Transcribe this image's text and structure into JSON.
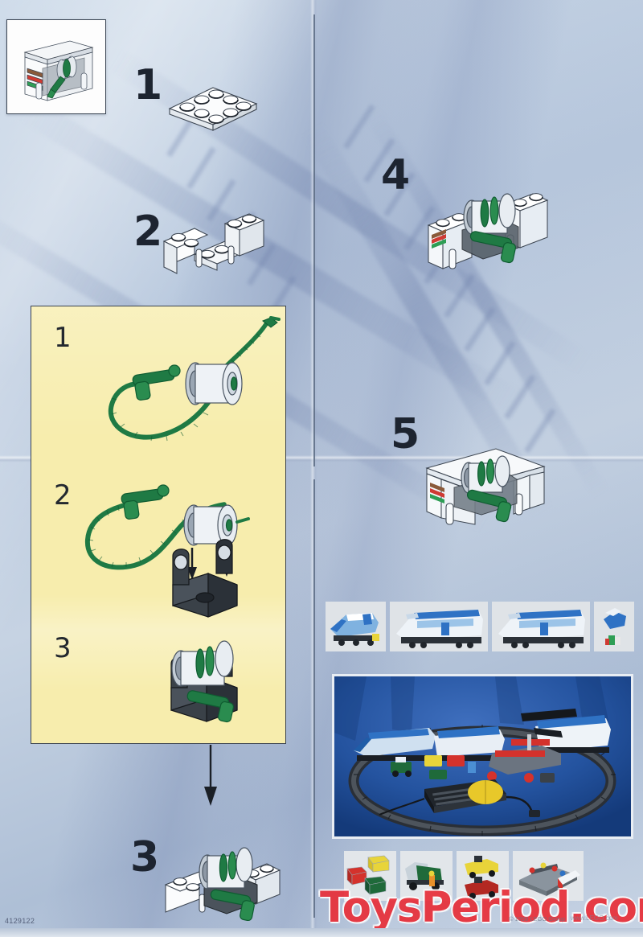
{
  "document": {
    "kind": "lego-building-instructions-page",
    "doc_number": "4129122",
    "copyright": "© 1999 LEGO Group",
    "lego_url": "www.LEGO.com",
    "watermark": "ToysPeriod.com",
    "watermark_color": "#e8303a"
  },
  "colors": {
    "background_blue": "#b9c9de",
    "panel_yellow": "#f7edad",
    "ink_black": "#1d2430",
    "brick_white": "#fdfdfd",
    "string_green": "#1f7a44",
    "dark_grey": "#3a3f45",
    "train_blue": "#2f72c4"
  },
  "inset": {
    "name": "finished-submodel-preview",
    "caption": ""
  },
  "main_steps": [
    {
      "number": "1",
      "part": "white-2x4-plate",
      "column": "left"
    },
    {
      "number": "2",
      "part": "white-bricks-u-frame",
      "column": "left"
    },
    {
      "number": "3",
      "part": "winch-mounted-on-frame",
      "column": "left"
    },
    {
      "number": "4",
      "part": "winch-frame-with-side-bricks",
      "column": "right"
    },
    {
      "number": "5",
      "part": "completed-unit-with-roof-plate",
      "column": "right"
    }
  ],
  "sub_assembly": {
    "title": "",
    "steps": [
      {
        "number": "1",
        "description": "green-string-with-hook-and-winch-drum"
      },
      {
        "number": "2",
        "description": "winch-drum-lowered-into-black-bracket"
      },
      {
        "number": "3",
        "description": "assembled-winch-in-bracket"
      }
    ]
  },
  "photo_strip_top": [
    {
      "name": "train-front-angle-photo"
    },
    {
      "name": "locomotive-side-photo"
    },
    {
      "name": "locomotive-side-photo-2"
    },
    {
      "name": "small-parts-photo"
    }
  ],
  "photo_main": {
    "name": "full-train-set-layout-photo"
  },
  "photo_strip_bottom": [
    {
      "name": "colored-containers-photo"
    },
    {
      "name": "truck-and-minifigure-photo"
    },
    {
      "name": "two-cars-photo"
    },
    {
      "name": "station-platform-photo"
    }
  ]
}
